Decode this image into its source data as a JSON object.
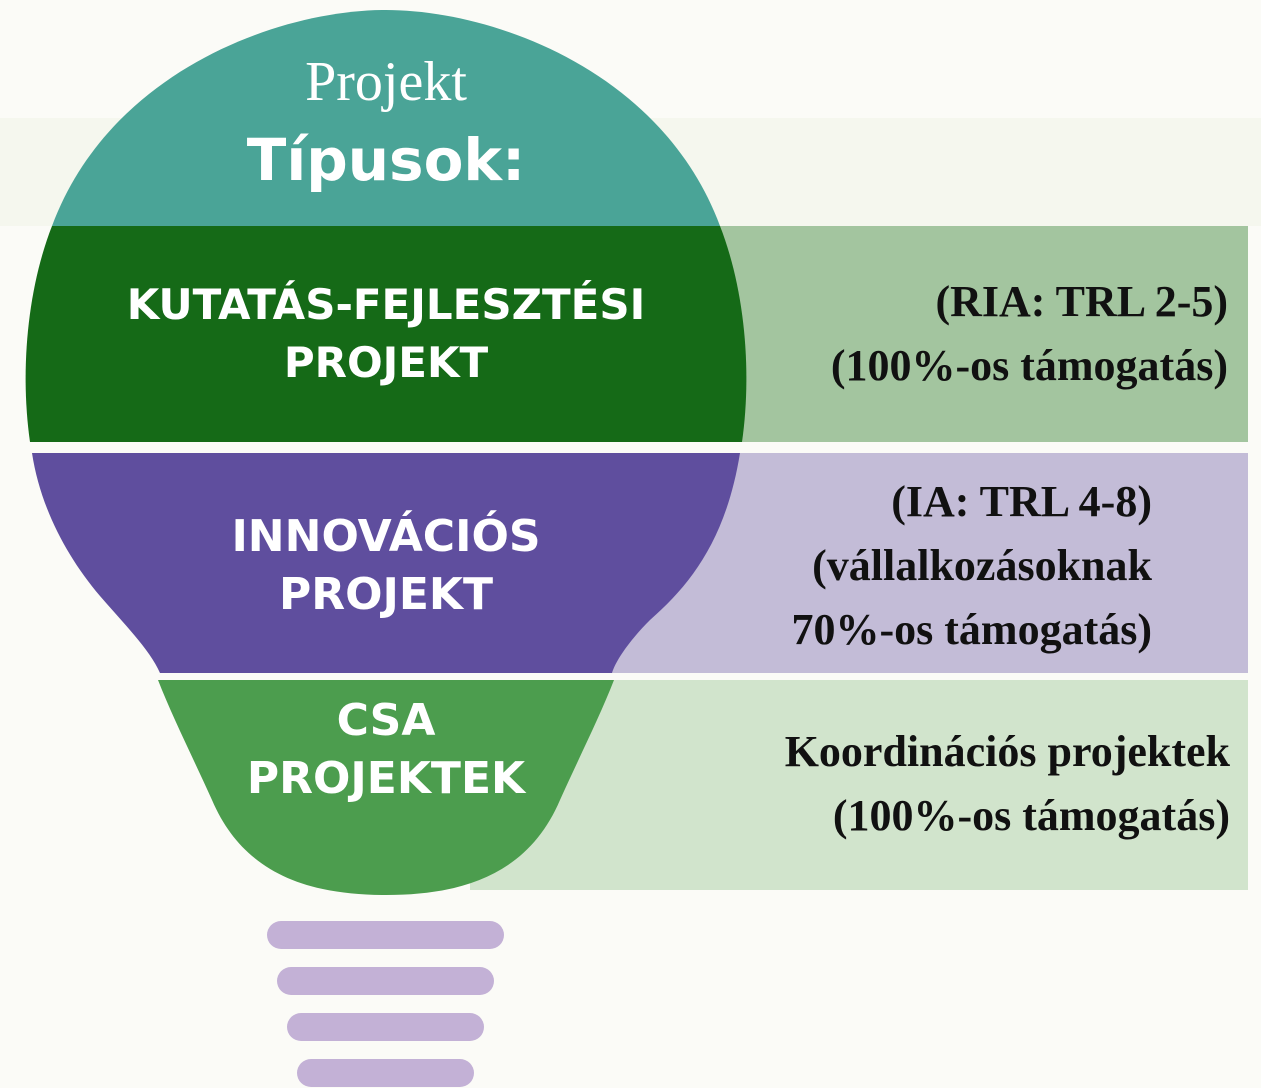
{
  "header": {
    "line1": "Projekt",
    "line2": "Típusok:"
  },
  "bands": [
    {
      "title_line1": "KUTATÁS-FEJLESZTÉSI",
      "title_line2": "PROJEKT",
      "desc_line1": "(RIA: TRL 2-5)",
      "desc_line2": "(100%-os támogatás)",
      "color": "#156a17",
      "desc_bg": "#a3c59f"
    },
    {
      "title_line1": "INNOVÁCIÓS",
      "title_line2": "PROJEKT",
      "desc_line1": "(IA: TRL 4-8)",
      "desc_line2": "(vállalkozásoknak",
      "desc_line3": "70%-os támogatás)",
      "color": "#5f4e9e",
      "desc_bg": "#c3bcd7"
    },
    {
      "title_line1": "CSA",
      "title_line2": "PROJEKTEK",
      "desc_line1": "Koordinációs projektek",
      "desc_line2": "(100%-os támogatás)",
      "color": "#4c9d4e",
      "desc_bg": "#d1e4cc"
    }
  ],
  "colors": {
    "bulb_top": "#4aa497",
    "bulb_base": "#c3b1d6",
    "background": "#fbfbf7"
  }
}
